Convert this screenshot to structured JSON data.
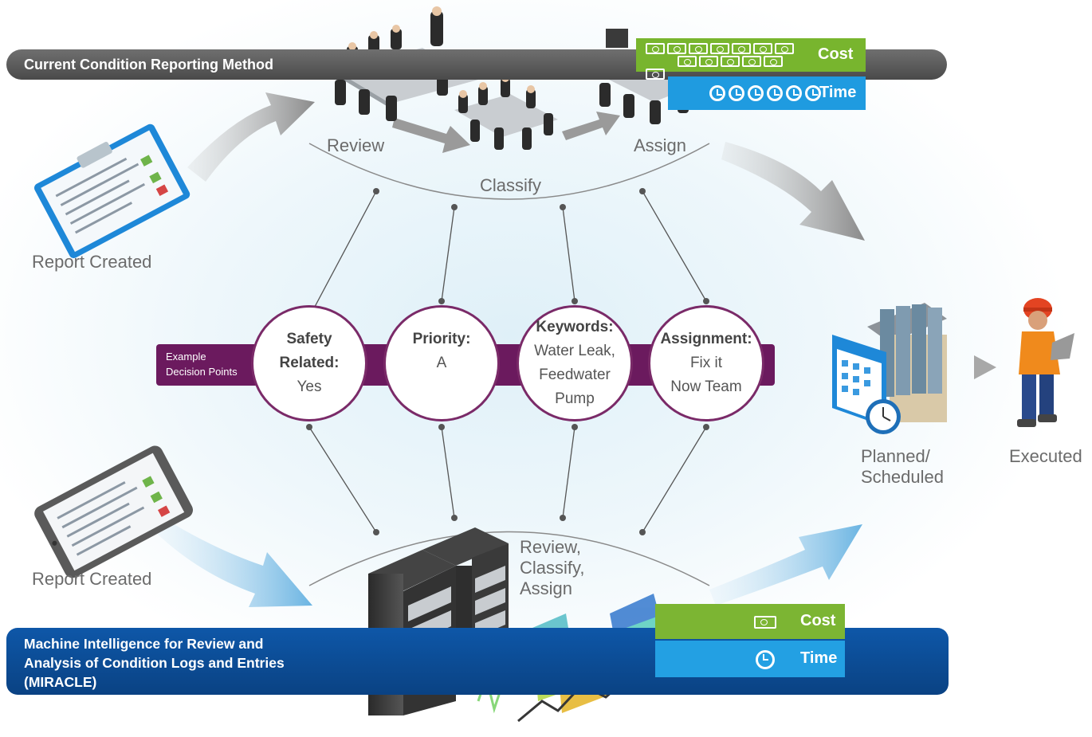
{
  "top_band": {
    "title": "Current Condition Reporting Method"
  },
  "bottom_band": {
    "title_lines": [
      "Machine Intelligence for Review and",
      "Analysis of Condition Logs and Entries",
      "(MIRACLE)"
    ]
  },
  "top_bars": {
    "cost_label": "Cost",
    "time_label": "Time"
  },
  "bottom_bars": {
    "cost_label": "Cost",
    "time_label": "Time"
  },
  "labels": {
    "review": "Review",
    "classify": "Classify",
    "assign": "Assign",
    "report_created_top": "Report Created",
    "report_created_bottom": "Report Created",
    "review_classify_assign": [
      "Review,",
      "Classify,",
      "Assign"
    ],
    "planned_scheduled": [
      "Planned/",
      "Scheduled"
    ],
    "executed": "Executed"
  },
  "decision_points": {
    "caption": [
      "Example",
      "Decision Points"
    ],
    "circles": [
      {
        "key_lines": [
          "Safety",
          "Related:"
        ],
        "value_lines": [
          "Yes"
        ]
      },
      {
        "key_lines": [
          "Priority:"
        ],
        "value_lines": [
          "A"
        ]
      },
      {
        "key_lines": [
          "Keywords:"
        ],
        "value_lines": [
          "Water Leak,",
          "Feedwater",
          "Pump"
        ]
      },
      {
        "key_lines": [
          "Assignment:"
        ],
        "value_lines": [
          "Fix it",
          "Now Team"
        ]
      }
    ]
  },
  "colors": {
    "top_band": "#555555",
    "bottom_band": "#0a4a94",
    "cost_green": "#78b52e",
    "time_blue": "#1f9be0",
    "decision_purple": "#6b1a5e"
  },
  "icons": [
    "clipboard-icon",
    "tablet-icon",
    "meeting-table-icon",
    "server-rack-icon",
    "calendar-icon",
    "binders-icon",
    "worker-icon",
    "money-icon",
    "clock-icon"
  ]
}
